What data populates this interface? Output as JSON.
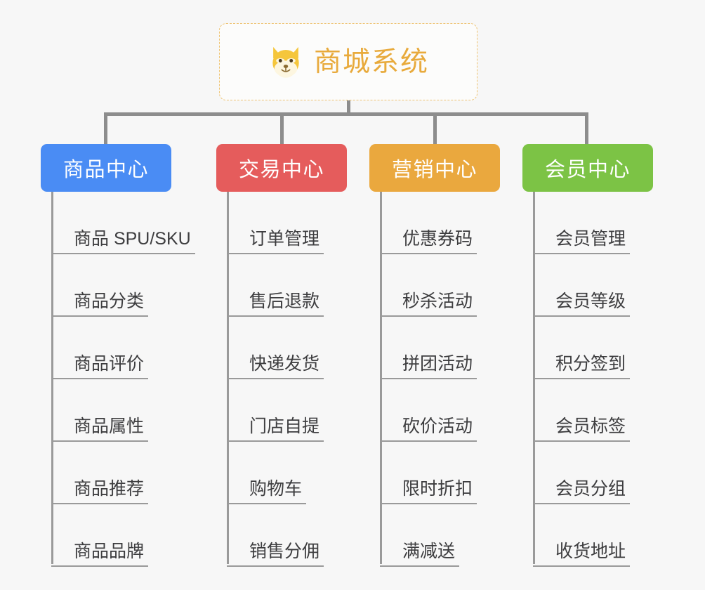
{
  "root": {
    "title": "商城系统",
    "icon": "shiba-dog-emoji",
    "title_color": "#e8aa3c",
    "border_color": "#eec372"
  },
  "branches": [
    {
      "label": "商品中心",
      "color": "#4a8cf4",
      "items": [
        "商品 SPU/SKU",
        "商品分类",
        "商品评价",
        "商品属性",
        "商品推荐",
        "商品品牌"
      ]
    },
    {
      "label": "交易中心",
      "color": "#e55c5c",
      "items": [
        "订单管理",
        "售后退款",
        "快递发货",
        "门店自提",
        "购物车",
        "销售分佣"
      ]
    },
    {
      "label": "营销中心",
      "color": "#eaa83e",
      "items": [
        "优惠券码",
        "秒杀活动",
        "拼团活动",
        "砍价活动",
        "限时折扣",
        "满减送"
      ]
    },
    {
      "label": "会员中心",
      "color": "#7cc345",
      "items": [
        "会员管理",
        "会员等级",
        "积分签到",
        "会员标签",
        "会员分组",
        "收货地址"
      ]
    }
  ]
}
